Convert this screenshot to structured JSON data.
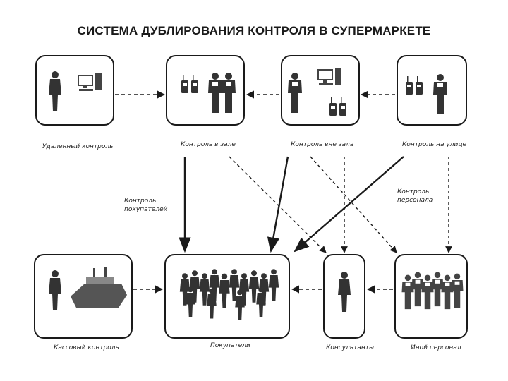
{
  "title": "СИСТЕМА ДУБЛИРОВАНИЯ КОНТРОЛЯ В СУПЕРМАРКЕТЕ",
  "nodes": [
    {
      "id": "remote",
      "label": "Удаленный контроль",
      "icons": [
        "person-icon",
        "computer-icon"
      ]
    },
    {
      "id": "zone",
      "label": "Контроль в зале",
      "icons": [
        "radio-icon",
        "guard-icon",
        "guard-icon"
      ]
    },
    {
      "id": "outside",
      "label": "Контроль вне зала",
      "icons": [
        "guard-icon",
        "computer-icon",
        "radio-icon"
      ]
    },
    {
      "id": "street",
      "label": "Контроль на улице",
      "icons": [
        "radio-icon",
        "guard-icon"
      ]
    },
    {
      "id": "cashier",
      "label": "Кассовый контроль",
      "icons": [
        "cashier-icon",
        "cash-register-icon"
      ]
    },
    {
      "id": "buyers",
      "label": "Покупатели",
      "icons": [
        "crowd-icon"
      ]
    },
    {
      "id": "consultants",
      "label": "Консультанты",
      "icons": [
        "consultant-icon"
      ]
    },
    {
      "id": "staff",
      "label": "Иной персонал",
      "icons": [
        "workers-icon"
      ]
    }
  ],
  "edge_labels": {
    "buyer_control": "Контроль покупателей",
    "staff_control": "Контроль персонала"
  },
  "colors": {
    "line": "#1a1a1a",
    "box": "#1a1a1a"
  }
}
